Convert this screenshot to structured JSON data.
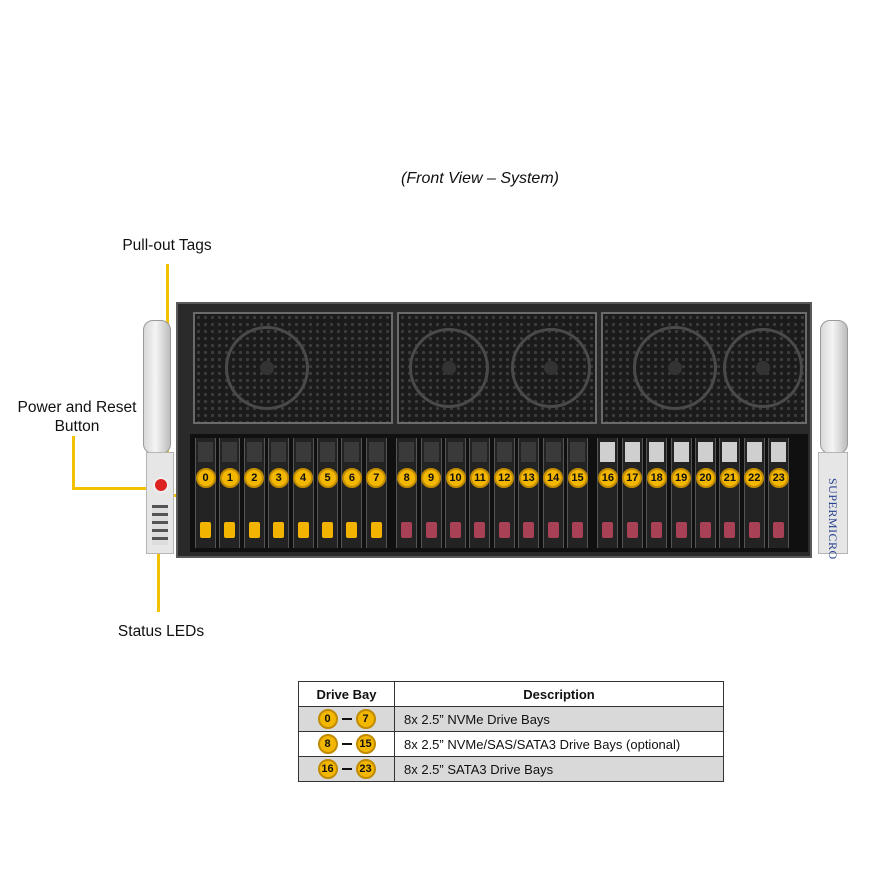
{
  "caption": "(Front View – System)",
  "callouts": {
    "pull_out_tags": "Pull-out Tags",
    "power_reset_line1": "Power and Reset",
    "power_reset_line2": "Button",
    "status_leds": "Status LEDs"
  },
  "brand": "SUPERMICRO",
  "drive_bays": [
    "0",
    "1",
    "2",
    "3",
    "4",
    "5",
    "6",
    "7",
    "8",
    "9",
    "10",
    "11",
    "12",
    "13",
    "14",
    "15",
    "16",
    "17",
    "18",
    "19",
    "20",
    "21",
    "22",
    "23"
  ],
  "colors": {
    "accent": "#f3b700",
    "nvme_latch": "#f3b400",
    "sas_latch": "#a84155"
  },
  "table": {
    "headers": [
      "Drive Bay",
      "Description"
    ],
    "rows": [
      {
        "from": "0",
        "to": "7",
        "description": "8x 2.5” NVMe Drive  Bays"
      },
      {
        "from": "8",
        "to": "15",
        "description": "8x 2.5” NVMe/SAS/SATA3 Drive Bays (optional)"
      },
      {
        "from": "16",
        "to": "23",
        "description": "8x 2.5” SATA3 Drive  Bays"
      }
    ]
  }
}
